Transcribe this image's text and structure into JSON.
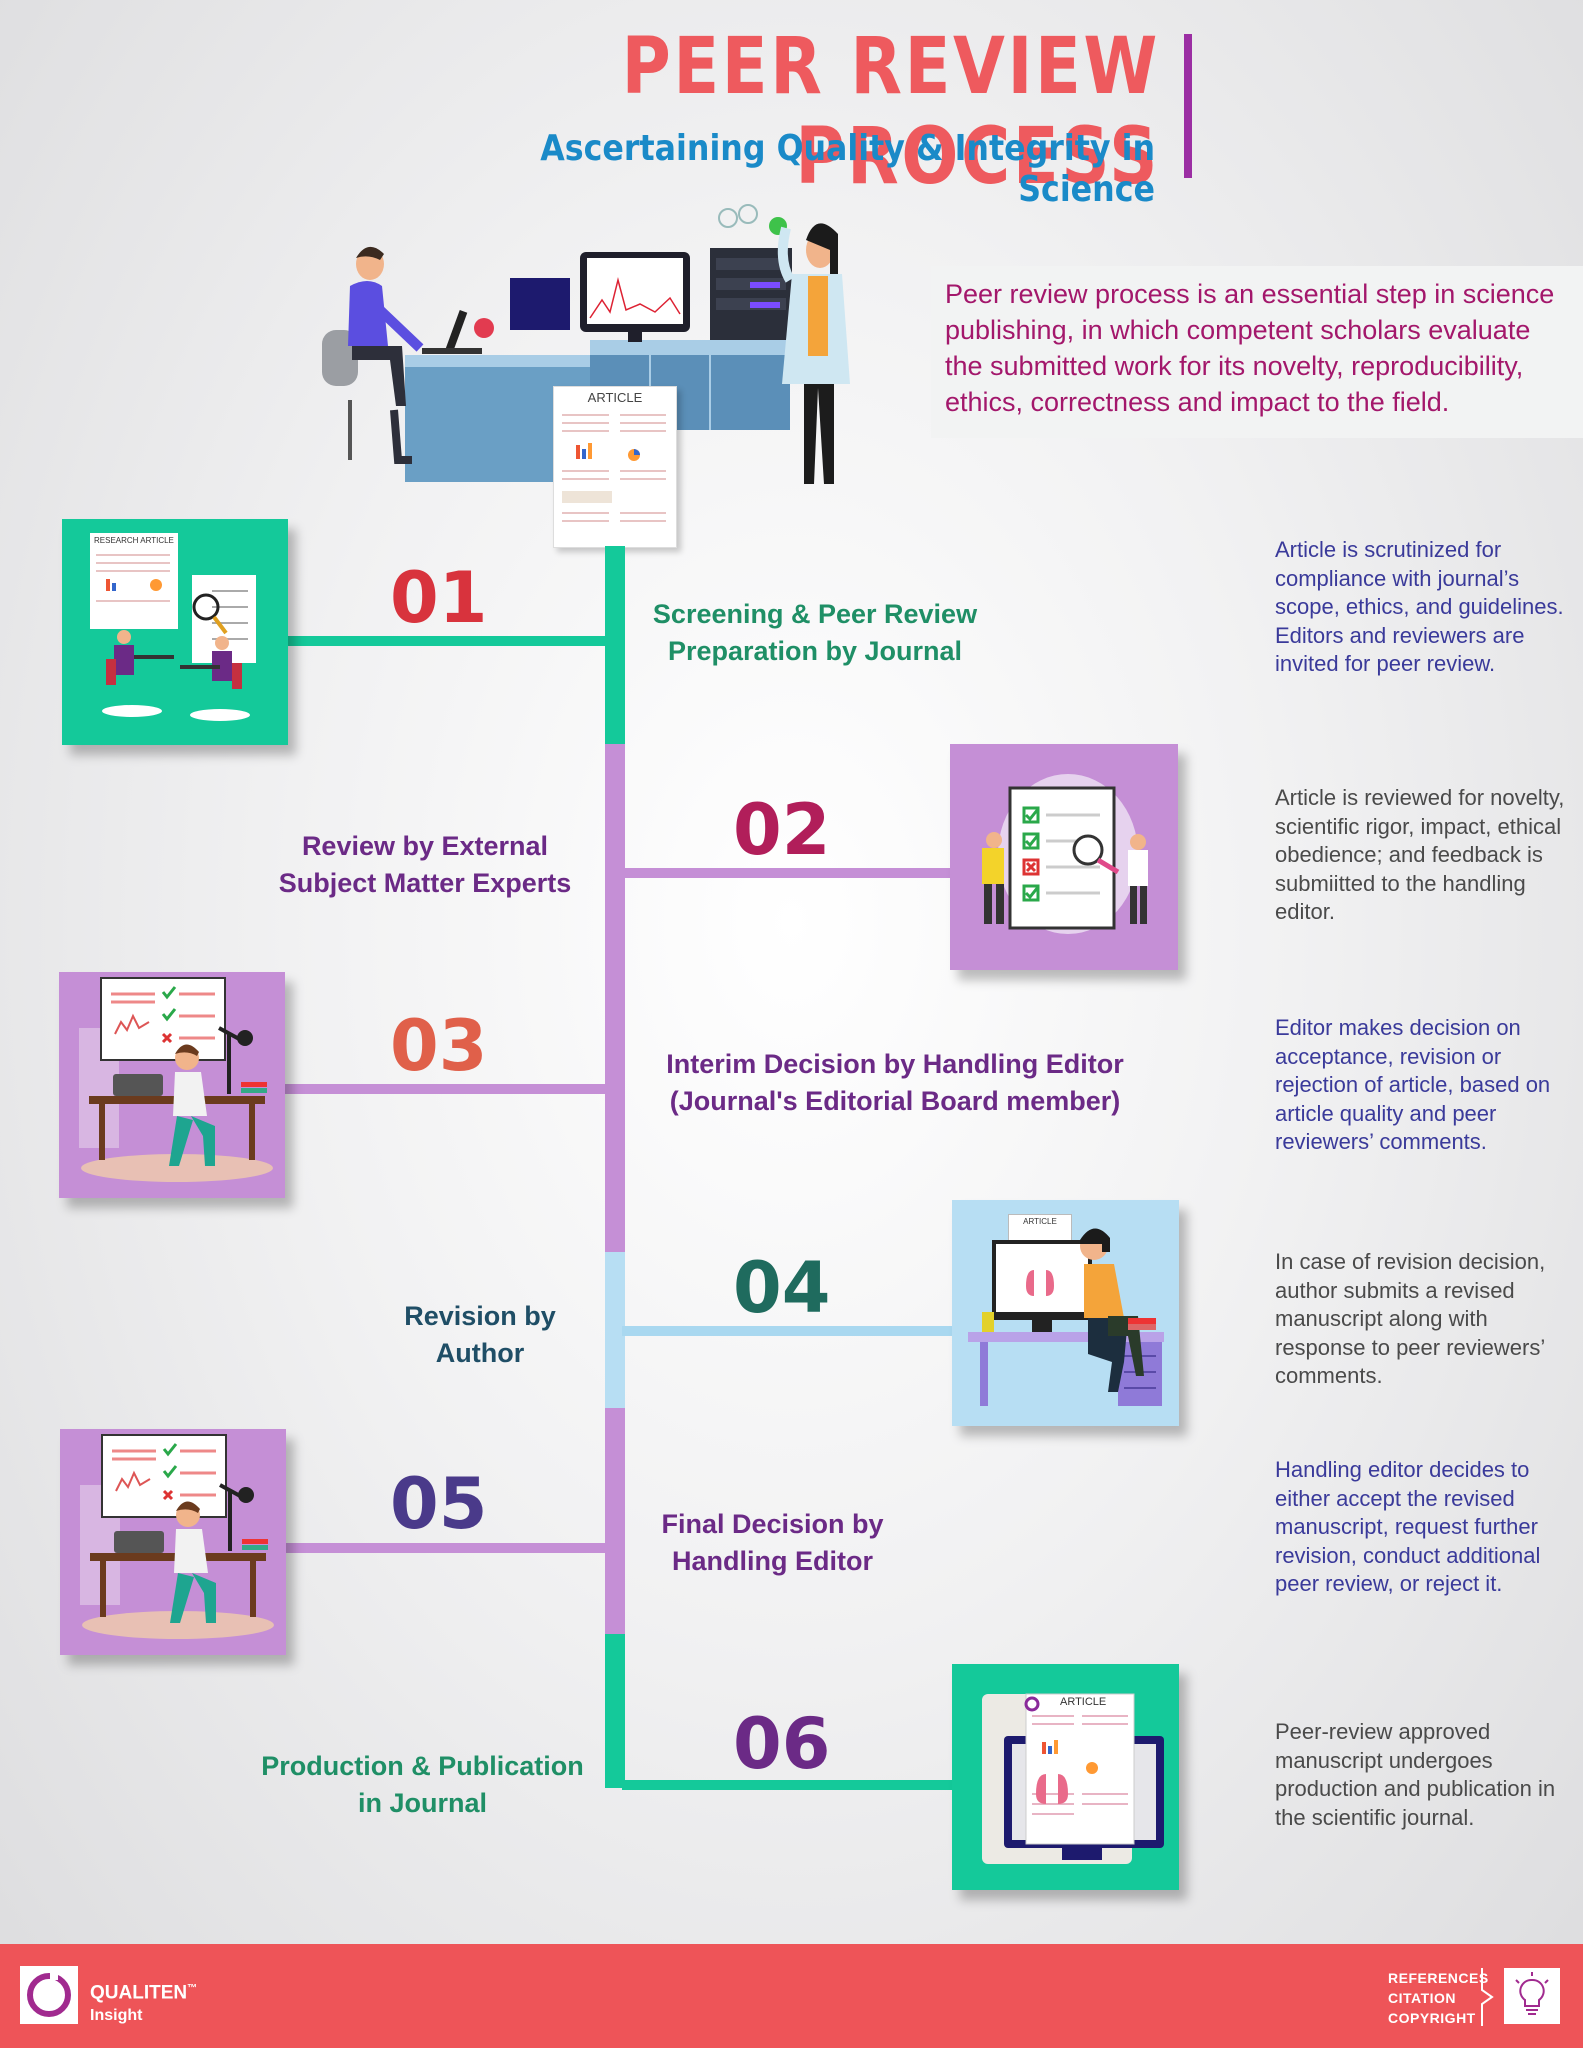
{
  "header": {
    "title": "PEER REVIEW PROCESS",
    "subtitle": "Ascertaining Quality & Integrity in Science"
  },
  "intro": {
    "text": "Peer review process is an essential step in science publishing, in which competent scholars evaluate the submitted work for its novelty, reproducibility, ethics, correctness and impact to the field."
  },
  "hero": {
    "article_label": "ARTICLE"
  },
  "steps": [
    {
      "number": "01",
      "title": "Screening & Peer Review Preparation by Journal",
      "description": "Article is scrutinized for compliance with journal’s scope, ethics, and guidelines. Editors and reviewers are invited for peer review.",
      "card_label": "RESEARCH ARTICLE",
      "number_color": "#d8333d",
      "title_color": "#1f8f66",
      "desc_color": "#3a3a9a",
      "line_color": "#14c99a",
      "card_bg": "#14c99a"
    },
    {
      "number": "02",
      "title": "Review by External Subject Matter Experts",
      "description": "Article is reviewed for novelty, scientific rigor, impact, ethical obedience; and feedback is submiitted to the handling editor.",
      "number_color": "#b11e5a",
      "title_color": "#6b2a86",
      "desc_color": "#4a4a4a",
      "line_color": "#c58fd6",
      "card_bg": "#c58fd6"
    },
    {
      "number": "03",
      "title": "Interim Decision by Handling Editor (Journal's Editorial Board member)",
      "description": "Editor makes decision on acceptance, revision or rejection of article, based on article quality and peer reviewers’ comments.",
      "number_color": "#e0604a",
      "title_color": "#6b2a86",
      "desc_color": "#3a3a9a",
      "line_color": "#c58fd6",
      "card_bg": "#c58fd6"
    },
    {
      "number": "04",
      "title": "Revision by Author",
      "description": "In case of revision decision, author submits a revised manuscript along with response to peer reviewers’ comments.",
      "card_label": "ARTICLE",
      "number_color": "#1f6b5e",
      "title_color": "#1f4e66",
      "desc_color": "#4a4a4a",
      "line_color": "#a9d8f0",
      "card_bg": "#b7def3"
    },
    {
      "number": "05",
      "title": "Final Decision by Handling Editor",
      "description": "Handling editor decides to either accept the revised manuscript, request further revision, conduct additional peer review, or reject it.",
      "number_color": "#4a3a8a",
      "title_color": "#6b2a86",
      "desc_color": "#3a3a9a",
      "line_color": "#c58fd6",
      "card_bg": "#c58fd6"
    },
    {
      "number": "06",
      "title": "Production & Publication in Journal",
      "description": "Peer-review approved manuscript undergoes production and publication in the scientific journal.",
      "card_label": "ARTICLE",
      "number_color": "#6b2a86",
      "title_color": "#1f8f66",
      "desc_color": "#4a4a4a",
      "line_color": "#14c99a",
      "card_bg": "#14c99a"
    }
  ],
  "footer": {
    "brand_name": "QUALITEN",
    "brand_tm": "™",
    "brand_sub": "Insight",
    "refs": [
      "REFERENCES",
      "CITATION",
      "COPYRIGHT"
    ],
    "bg_color": "#ee5458"
  }
}
